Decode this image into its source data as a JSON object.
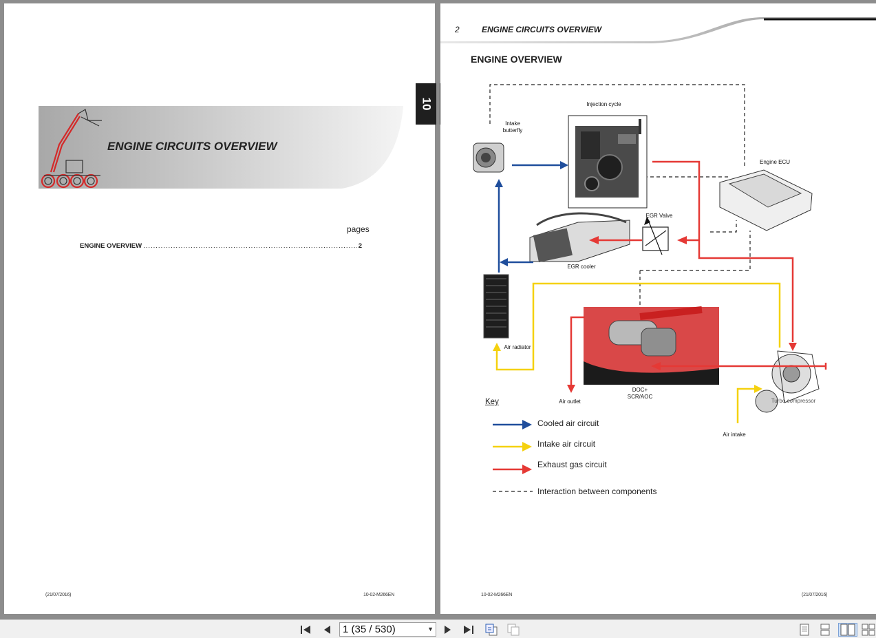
{
  "left_page": {
    "banner_title": "ENGINE CIRCUITS OVERVIEW",
    "toc_pages_label": "pages",
    "toc": [
      {
        "title": "ENGINE OVERVIEW",
        "page": "2"
      }
    ],
    "footer_date": "(21/07/2016)",
    "footer_code": "10-02-M266EN"
  },
  "tabs": {
    "left": "10",
    "right": "10"
  },
  "right_page": {
    "header_number": "2",
    "header_title": "ENGINE CIRCUITS OVERVIEW",
    "section_title": "ENGINE OVERVIEW",
    "labels": {
      "injection_cycle": "Injection cycle",
      "intake_butterfly": "Intake\nbutterfly",
      "engine_ecu": "Engine ECU",
      "egr_valve": "EGR Valve",
      "egr_cooler": "EGR cooler",
      "air_radiator": "Air radiator",
      "doc_scr_aoc": "DOC+\nSCR/AOC",
      "air_outlet": "Air outlet",
      "turbo_compressor": "Turbo compressor",
      "air_intake": "Air intake"
    },
    "key": {
      "title": "Key",
      "items": [
        {
          "label": "Cooled air circuit",
          "color": "#1f4e9c"
        },
        {
          "label": "Intake air circuit",
          "color": "#f5d10f"
        },
        {
          "label": "Exhaust gas circuit",
          "color": "#e53935"
        },
        {
          "label": "Interaction between components",
          "color": "#222222"
        }
      ]
    },
    "footer_code": "10-02-M266EN",
    "footer_date": "(21/07/2016)"
  },
  "toolbar": {
    "page_indicator": "1 (35 / 530)"
  },
  "colors": {
    "cooled_air": "#1f4e9c",
    "intake_air": "#f5d10f",
    "exhaust_gas": "#e53935",
    "viewer_background": "#8d8d8d"
  }
}
